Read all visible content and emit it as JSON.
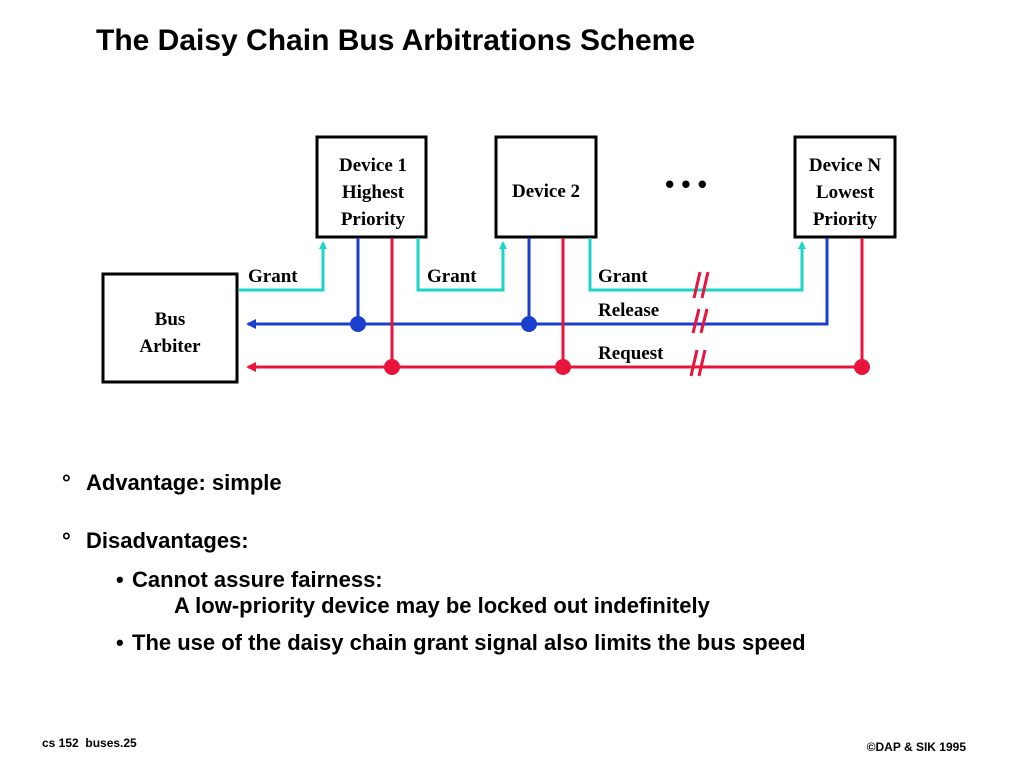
{
  "title": "The Daisy Chain Bus Arbitrations Scheme",
  "diagram": {
    "bus_arbiter": [
      "Bus",
      "Arbiter"
    ],
    "devices": [
      {
        "lines": [
          "Device 1",
          "Highest",
          "Priority"
        ]
      },
      {
        "lines": [
          "Device 2"
        ]
      },
      {
        "lines": [
          "Device N",
          "Lowest",
          "Priority"
        ]
      }
    ],
    "ellipsis": "• • •",
    "signals": {
      "grant": "Grant",
      "release": "Release",
      "request": "Request"
    },
    "colors": {
      "grant": "#19d6c6",
      "release": "#1a3fcc",
      "request": "#e8143c"
    }
  },
  "bullets": {
    "marker": "°",
    "sub_marker": "•",
    "advantage": "Advantage: simple",
    "disadvantages": "Disadvantages:",
    "sub1_line1": "Cannot assure fairness:",
    "sub1_line2": "A low-priority device may be locked out indefinitely",
    "sub2": "The use of the daisy chain grant signal also limits the bus speed"
  },
  "footer": {
    "left": "cs 152  buses.25",
    "right": "©DAP & SIK 1995"
  }
}
